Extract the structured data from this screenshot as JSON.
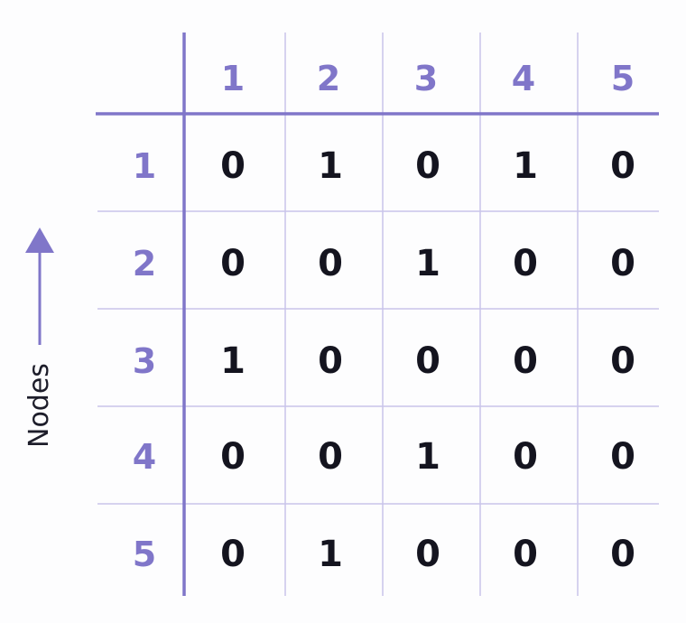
{
  "matrix": {
    "column_headers": [
      "1",
      "2",
      "3",
      "4",
      "5"
    ],
    "row_headers": [
      "1",
      "2",
      "3",
      "4",
      "5"
    ],
    "values": [
      [
        "0",
        "1",
        "0",
        "1",
        "0"
      ],
      [
        "0",
        "0",
        "1",
        "0",
        "0"
      ],
      [
        "1",
        "0",
        "0",
        "0",
        "0"
      ],
      [
        "0",
        "0",
        "1",
        "0",
        "0"
      ],
      [
        "0",
        "1",
        "0",
        "0",
        "0"
      ]
    ]
  },
  "axis": {
    "side_label": "Nodes",
    "arrow_icon": "arrow-up-icon"
  },
  "colors": {
    "accent": "#8076c9",
    "grid": "#c9c4ea",
    "text": "#14141f"
  }
}
